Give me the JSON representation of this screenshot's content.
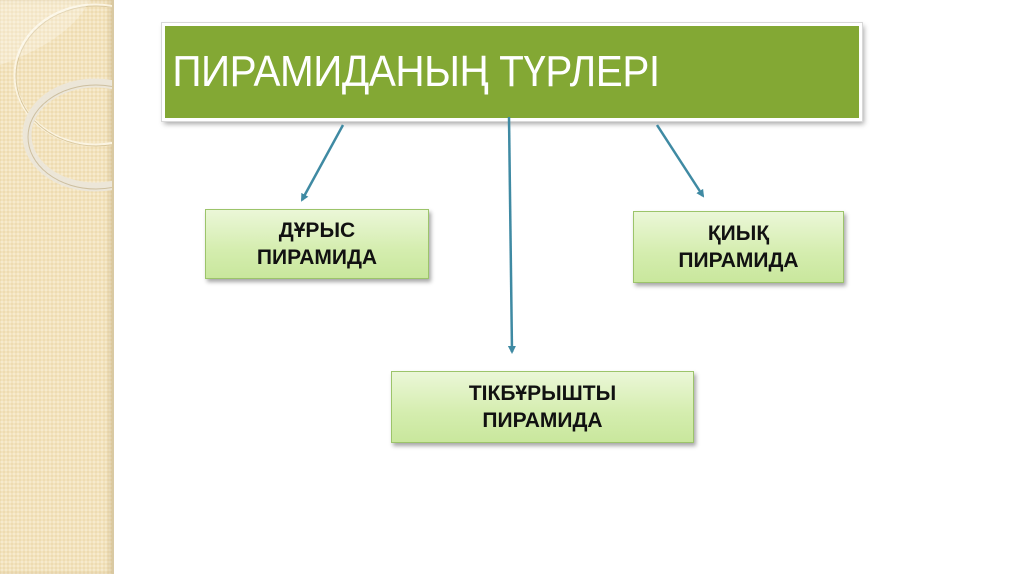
{
  "diagram": {
    "title": "ПИРАМИДАНЫҢ ТҮРЛЕРІ",
    "nodes": [
      {
        "id": "regular",
        "line1": "ДҰРЫС",
        "line2": "ПИРАМИДА"
      },
      {
        "id": "truncated",
        "line1": "ҚИЫҚ",
        "line2": "ПИРАМИДА"
      },
      {
        "id": "right-angled",
        "line1": "ТІКБҰРЫШТЫ",
        "line2": "ПИРАМИДА"
      }
    ],
    "edges": [
      {
        "from": "title",
        "to": "regular"
      },
      {
        "from": "title",
        "to": "right-angled"
      },
      {
        "from": "title",
        "to": "truncated"
      }
    ]
  },
  "colors": {
    "title_bg": "#83a834",
    "title_text": "#ffffff",
    "node_bg": "#d4edae",
    "arrow": "#3f8aa3",
    "side_panel": "#f3e3bd"
  }
}
